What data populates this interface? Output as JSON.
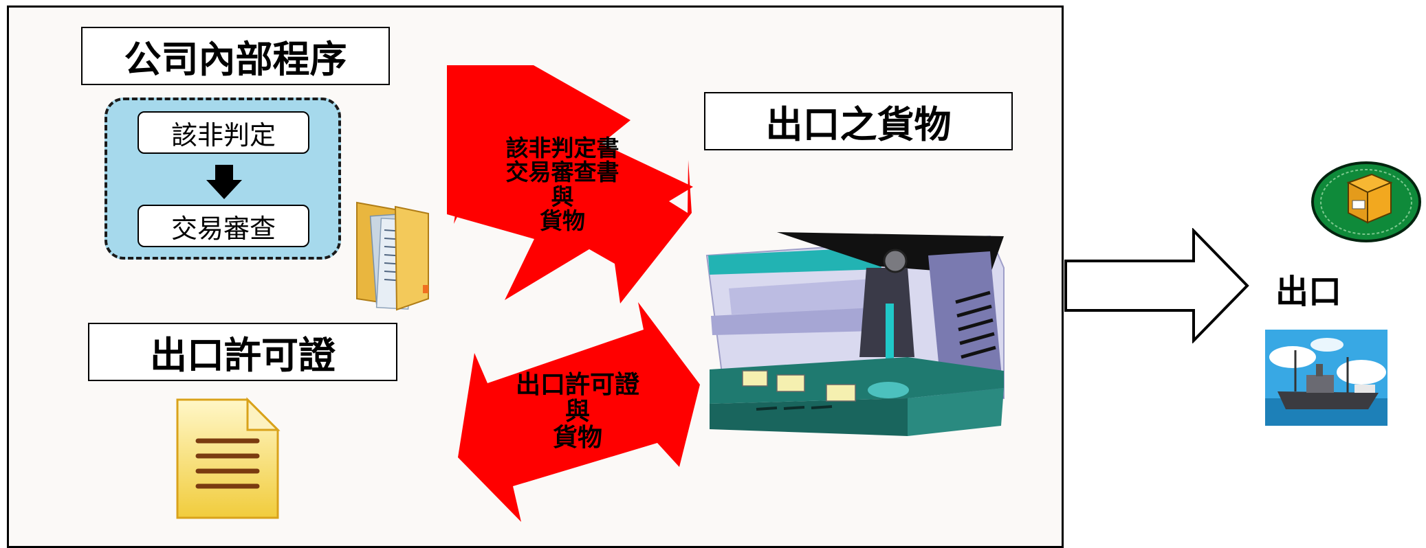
{
  "internal": {
    "title": "公司內部程序",
    "step1": "該非判定",
    "step2": "交易審查"
  },
  "license": {
    "title": "出口許可證"
  },
  "goods": {
    "title": "出口之貨物"
  },
  "arrow_top": {
    "line1": "該非判定書",
    "line2": "交易審查書",
    "line3": "與",
    "line4": "貨物"
  },
  "arrow_bottom": {
    "line1": "出口許可證",
    "line2": "與",
    "line3": "貨物"
  },
  "export": {
    "label": "出口"
  },
  "colors": {
    "arrow_red": "#ff0000",
    "process_fill": "#a6d9ec",
    "panel_bg": "#fbf9f7"
  }
}
